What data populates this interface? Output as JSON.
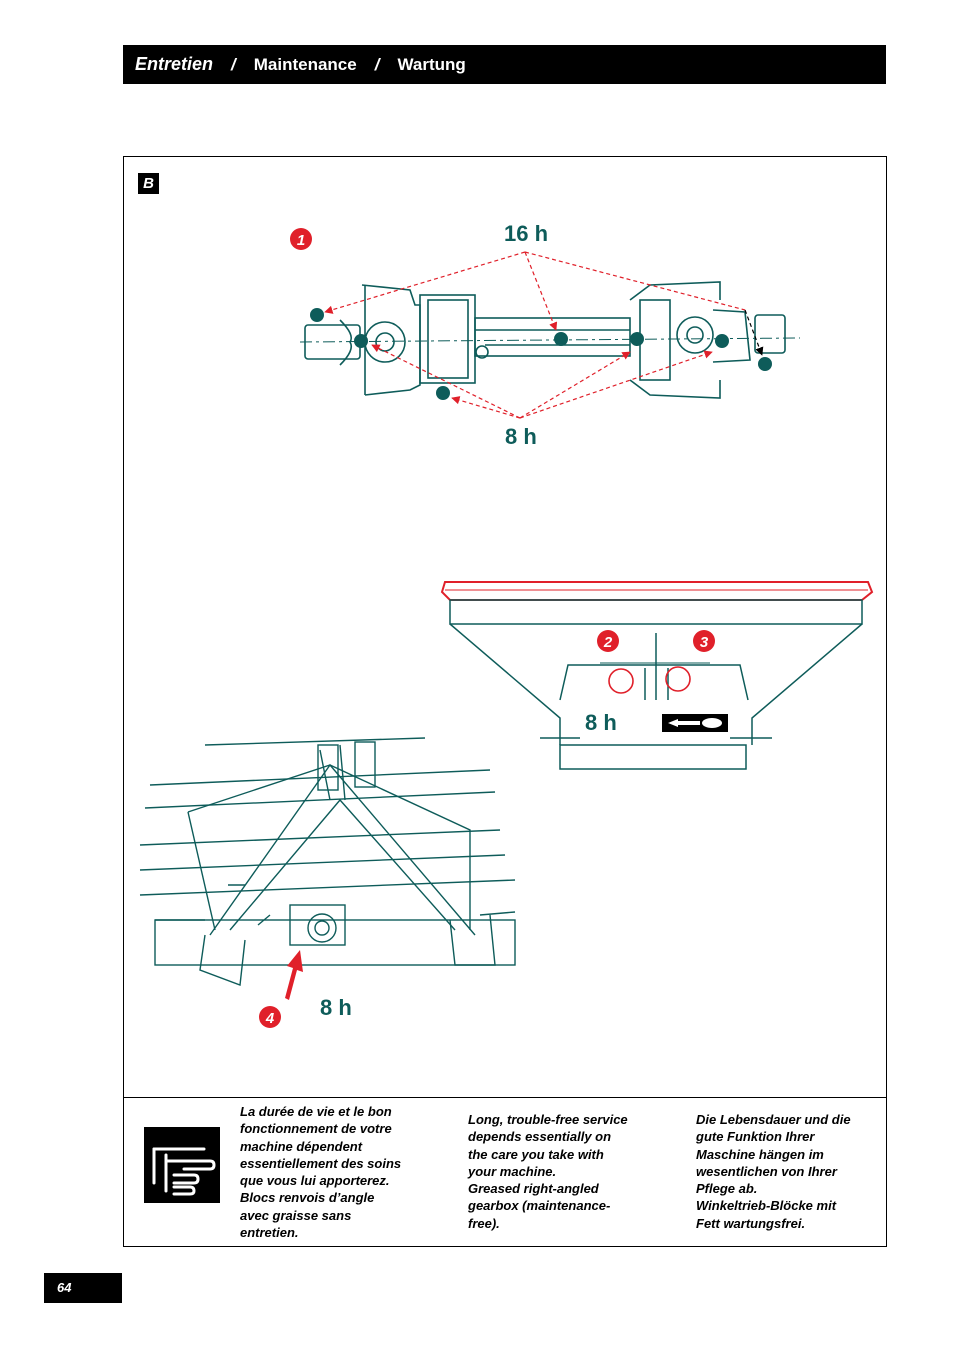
{
  "header": {
    "fr": "Entretien",
    "sep1": "/",
    "en": "Maintenance",
    "sep2": "/",
    "de": "Wartung"
  },
  "figure": {
    "badge": "B",
    "callouts": [
      "1",
      "2",
      "3",
      "4"
    ],
    "interval_16h": "16 h",
    "interval_8h_shaft": "8 h",
    "interval_8h_hopper": "8 h",
    "interval_8h_frame": "8 h",
    "colors": {
      "teal": "#0e5c5a",
      "red": "#e0202a",
      "black": "#000000"
    },
    "icons": [
      "grease-gun-icon",
      "pointing-hand-note-icon"
    ]
  },
  "notes": {
    "fr": [
      "La durée de vie et le bon",
      "fonctionnement de votre",
      "machine  dépendent",
      "essentiellement des soins",
      "que vous lui apporterez.",
      "Blocs renvois d’angle",
      "avec graisse sans",
      "entretien."
    ],
    "en": [
      "Long, trouble-free service",
      "depends essentially on",
      "the care you take with",
      "your machine.",
      "Greased right-angled",
      "gearbox (maintenance-",
      "free)."
    ],
    "de": [
      "Die Lebensdauer und die",
      "gute Funktion Ihrer",
      "Maschine hängen im",
      "wesentlichen von Ihrer",
      "Pflege ab.",
      "Winkeltrieb-Blöcke mit",
      "Fett wartungsfrei."
    ]
  },
  "page_number": "64"
}
